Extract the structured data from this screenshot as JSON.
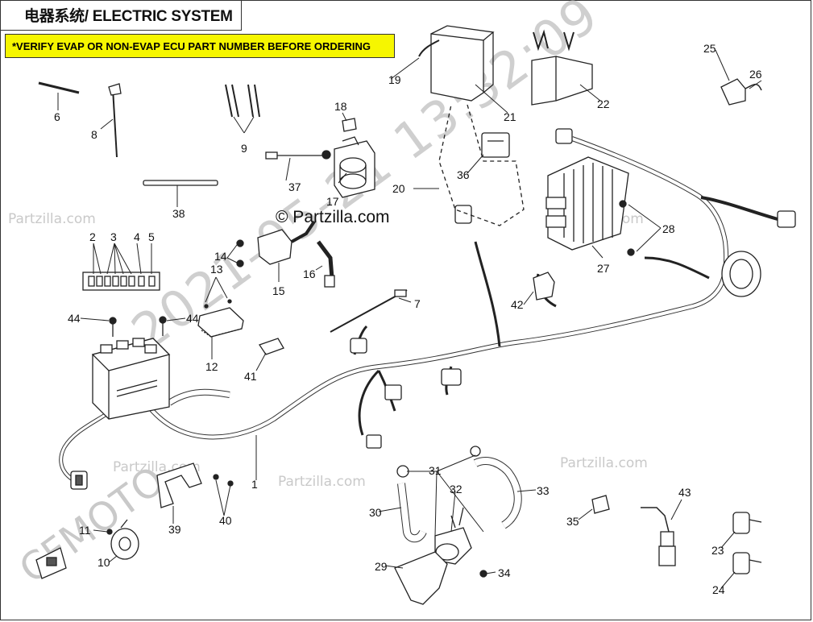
{
  "title": "电器系统/ ELECTRIC SYSTEM",
  "notice": "*VERIFY EVAP OR NON-EVAP ECU PART NUMBER BEFORE ORDERING",
  "brand_label": "© Partzilla.com",
  "watermark_date": "2021-05-21 13:32:09",
  "watermark_maker": "CFMOTO",
  "watermark_mark": "Partzilla.com",
  "callouts": {
    "c1": "1",
    "c2": "2",
    "c3": "3",
    "c4": "4",
    "c5": "5",
    "c6": "6",
    "c7": "7",
    "c8": "8",
    "c9": "9",
    "c10": "10",
    "c11": "11",
    "c12": "12",
    "c13": "13",
    "c14": "14",
    "c15": "15",
    "c16": "16",
    "c17": "17",
    "c18": "18",
    "c19": "19",
    "c20": "20",
    "c21": "21",
    "c22": "22",
    "c23": "23",
    "c24": "24",
    "c25": "25",
    "c26": "26",
    "c27": "27",
    "c28": "28",
    "c29": "29",
    "c30": "30",
    "c31": "31",
    "c32": "32",
    "c33": "33",
    "c34": "34",
    "c35": "35",
    "c36": "36",
    "c37": "37",
    "c38": "38",
    "c39": "39",
    "c40": "40",
    "c41": "41",
    "c42": "42",
    "c43": "43",
    "c44a": "44",
    "c44b": "44"
  }
}
